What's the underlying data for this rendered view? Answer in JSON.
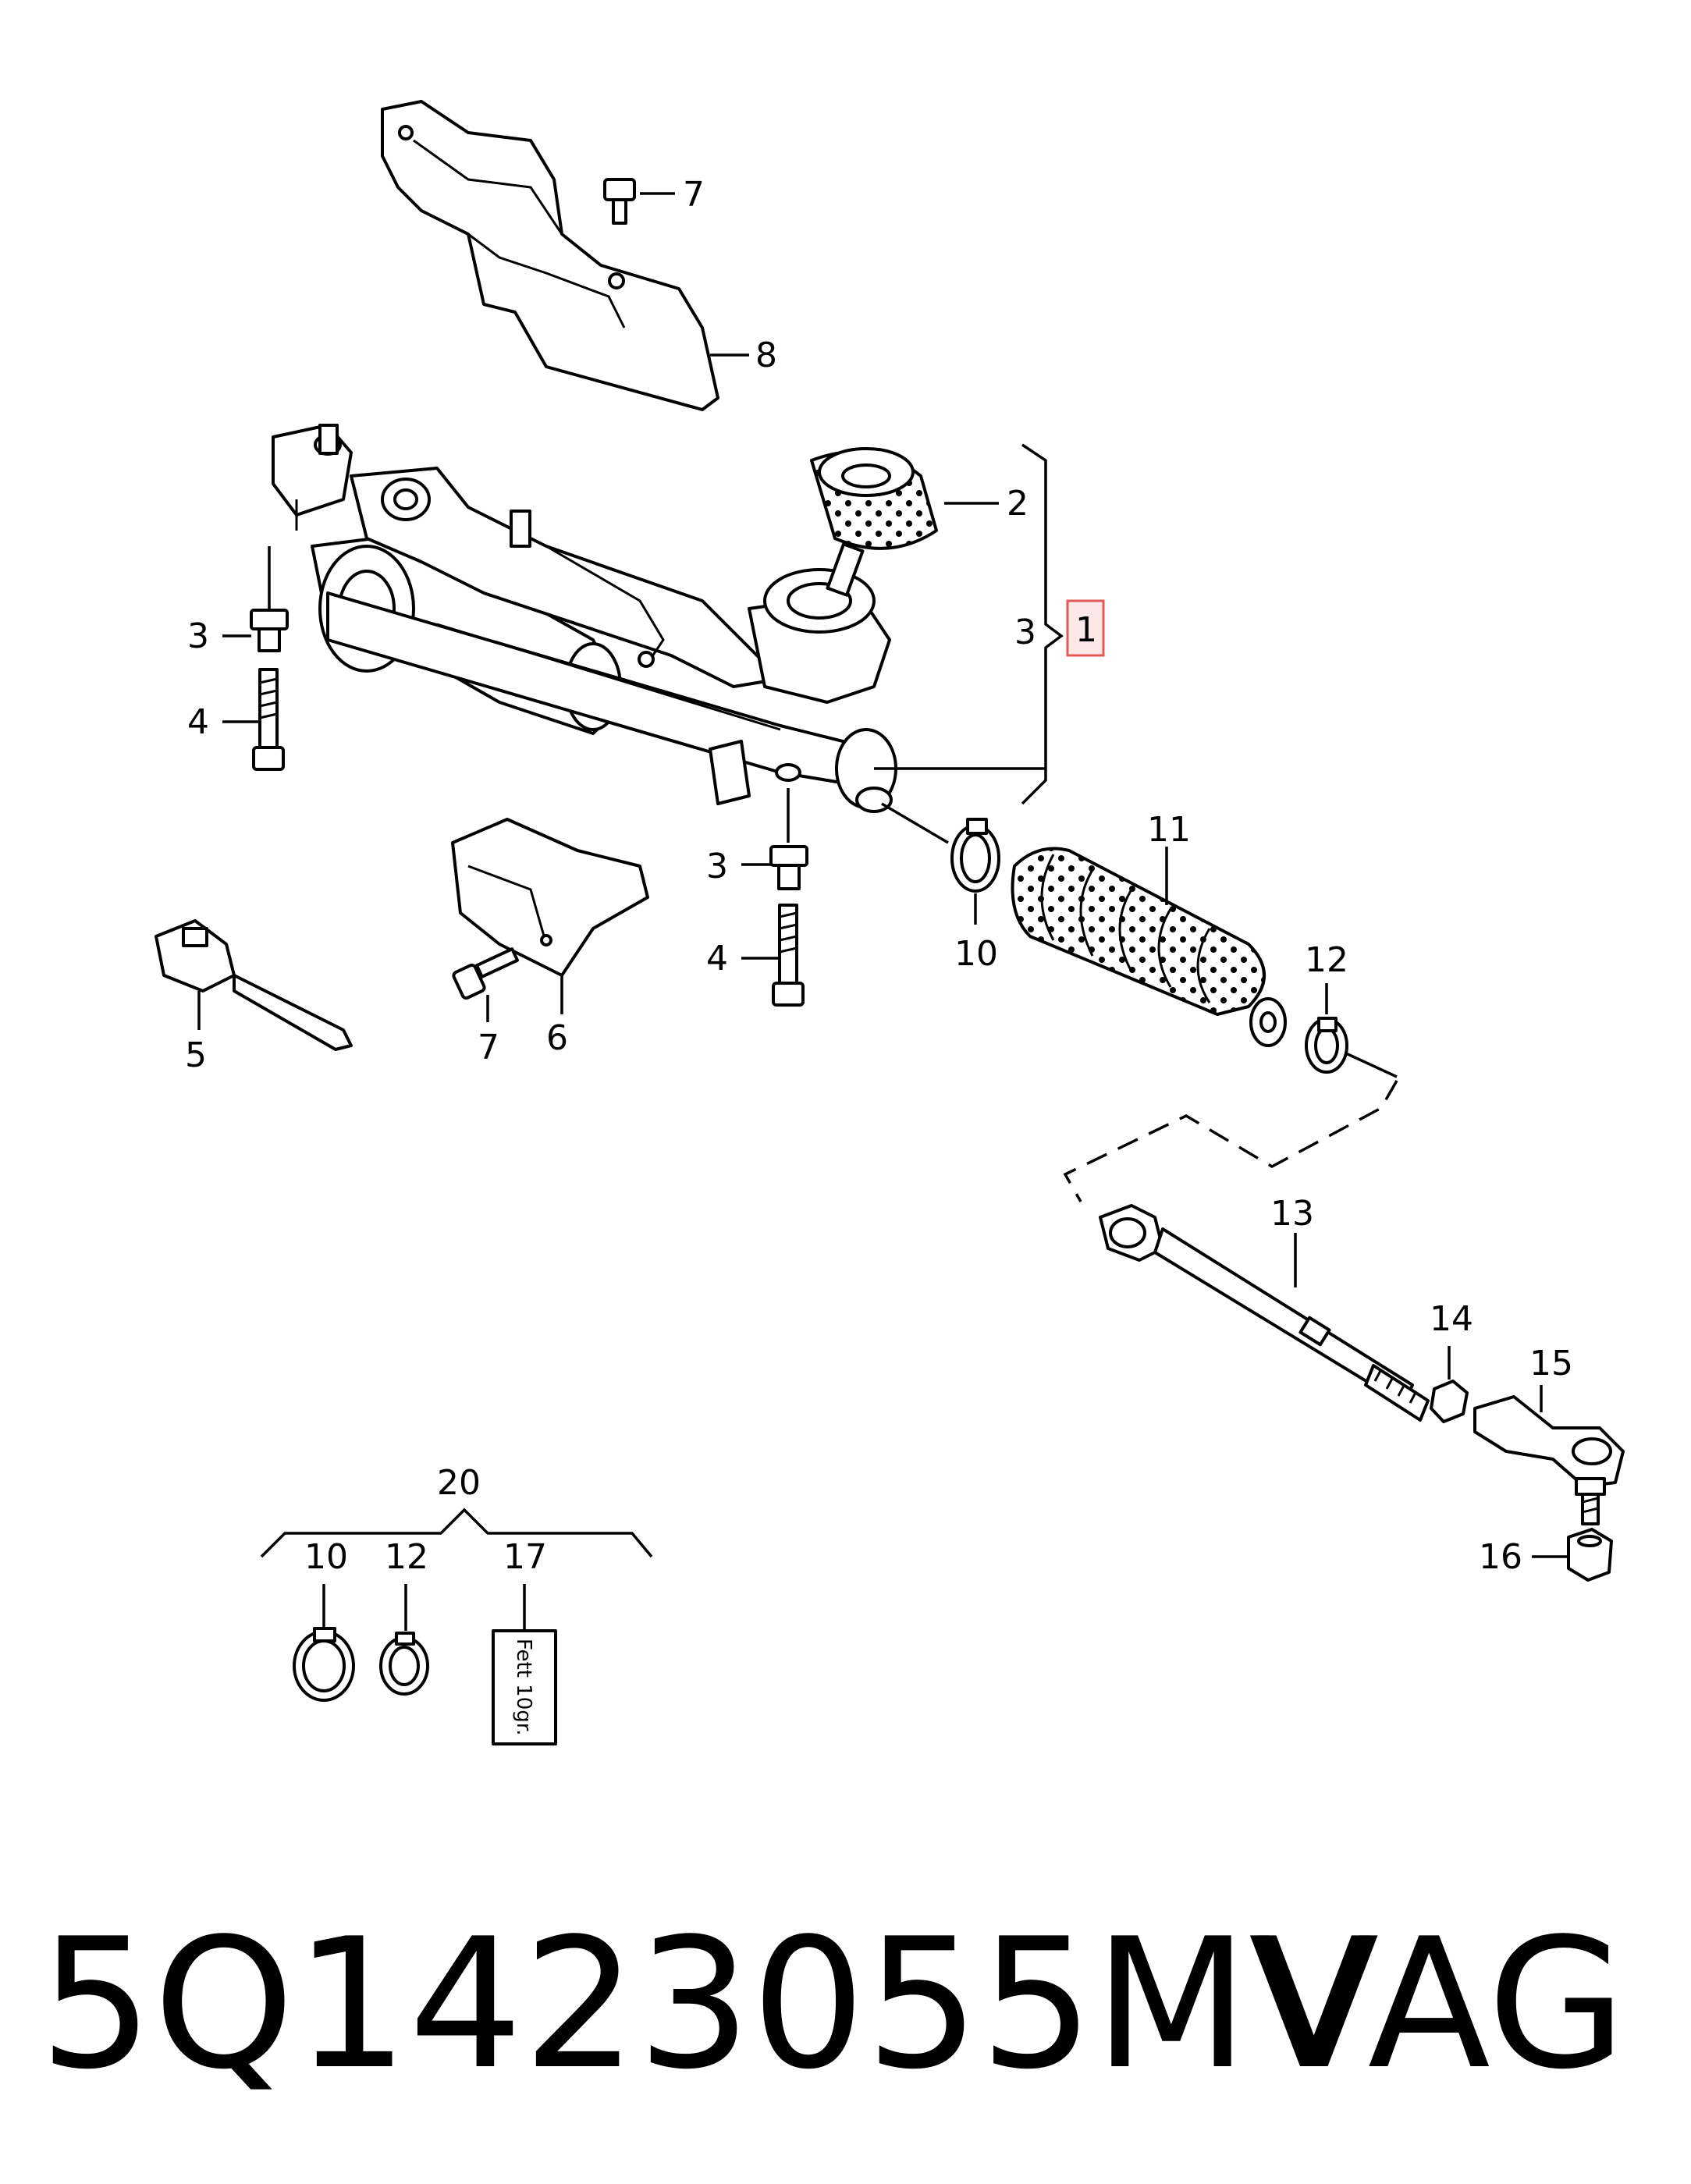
{
  "callouts": {
    "c1": "1",
    "c2": "2",
    "c3_group": "3",
    "c3_left": "3",
    "c3_mid": "3",
    "c4_left": "4",
    "c4_mid": "4",
    "c5": "5",
    "c6": "6",
    "c7_top": "7",
    "c7_mid": "7",
    "c8": "8",
    "c10": "10",
    "c10_kit": "10",
    "c11": "11",
    "c12": "12",
    "c12_kit": "12",
    "c13": "13",
    "c14": "14",
    "c15": "15",
    "c16": "16",
    "c17": "17",
    "c20": "20"
  },
  "grease_label": "Fett 10gr.",
  "part_number": "5Q1423055MV",
  "brand": "VAG",
  "colors": {
    "line": "#000000",
    "highlight_fill": "#fde8e8",
    "highlight_stroke": "#e05a5a"
  }
}
